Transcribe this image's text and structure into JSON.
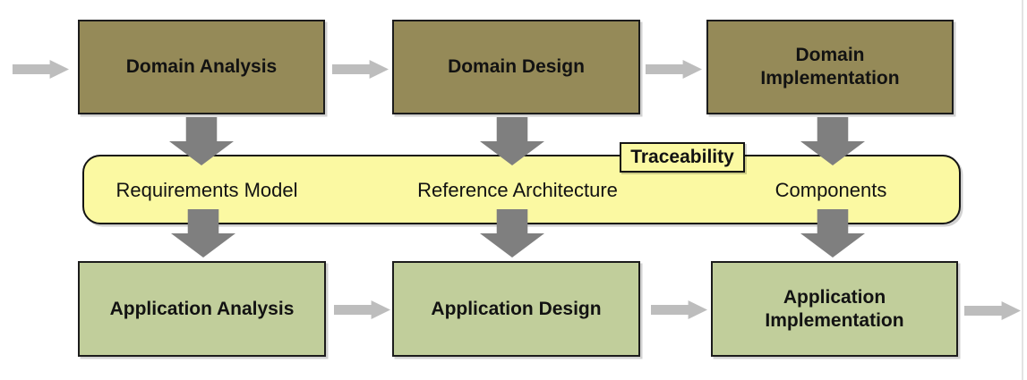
{
  "diagram": {
    "domain_row": [
      {
        "label": "Domain Analysis"
      },
      {
        "label": "Domain Design"
      },
      {
        "label": "Domain\nImplementation"
      }
    ],
    "artifact_band": {
      "items": [
        {
          "label": "Requirements Model"
        },
        {
          "label": "Reference Architecture"
        },
        {
          "label": "Components"
        }
      ],
      "tag_label": "Traceability"
    },
    "application_row": [
      {
        "label": "Application Analysis"
      },
      {
        "label": "Application Design"
      },
      {
        "label": "Application\nImplementation"
      }
    ],
    "colors": {
      "domain_box_fill": "#958A58",
      "application_box_fill": "#C1CE9B",
      "band_fill": "#FBF9A2",
      "box_border": "#1C1C1C",
      "flow_arrow": "#BDBDBD",
      "mapping_arrow": "#7F7F7F"
    }
  }
}
